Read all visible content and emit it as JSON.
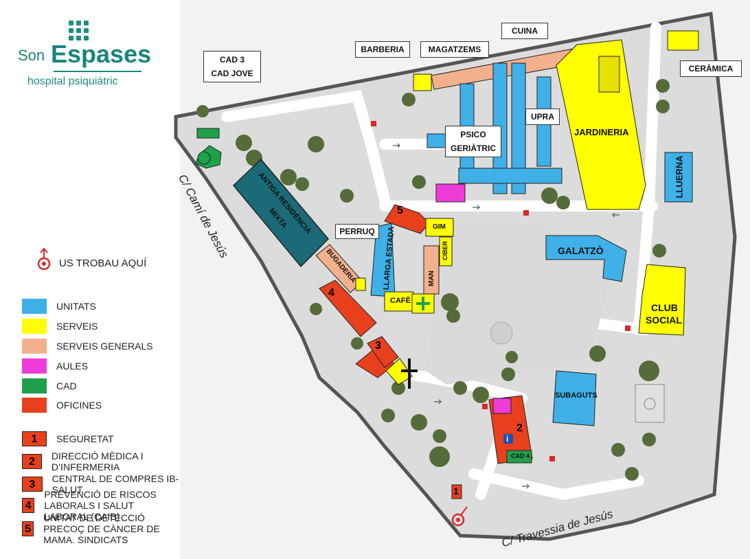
{
  "logo": {
    "son": "Son",
    "espases": "Espases",
    "subtitle": "hospital psiquiàtric"
  },
  "you_are_here": "US TROBAU AQUÍ",
  "legend": [
    {
      "label": "UNITATS",
      "color": "#3fb0e8"
    },
    {
      "label": "SERVEIS",
      "color": "#ffff00"
    },
    {
      "label": "SERVEIS GENERALS",
      "color": "#f3b08c"
    },
    {
      "label": "AULES",
      "color": "#ee3cd8"
    },
    {
      "label": "CAD",
      "color": "#1fa04a"
    },
    {
      "label": "OFICINES",
      "color": "#e8401c"
    }
  ],
  "numbered": [
    {
      "num": "1",
      "label": "SEGURETAT"
    },
    {
      "num": "2",
      "label": "DIRECCIÓ MÈDICA I D’INFERMERIA"
    },
    {
      "num": "3",
      "label": "CENTRAL DE COMPRES IB-SALUT"
    },
    {
      "num": "4",
      "label": "PREVENCIÓ DE RISCOS LABORALS I SALUT LABORAL (CAIB)"
    },
    {
      "num": "5",
      "label": "UNITAT DE DETECCIÓ PRECOÇ DE CÀNCER DE MAMA. SINDICATS"
    }
  ],
  "callouts": {
    "cad3": "CAD 3",
    "cadjove": "CAD JOVE",
    "barberia": "BARBERIA",
    "magatzems": "MAGATZEMS",
    "cuina": "CUINA",
    "ceramica": "CERÀMICA",
    "perruq": "PERRUQ",
    "psico1": "PSICO",
    "psico2": "GERIÀTRIC",
    "upra": "UPRA"
  },
  "buildings": {
    "jardineria": "JARDINERIA",
    "lluerna": "LLUERNA",
    "galatzo": "GALATZÒ",
    "club1": "CLUB",
    "club2": "SOCIAL",
    "subaguts": "SUBAGUTS",
    "antiga1": "ANTIGA RESIDÈNCIA",
    "antiga2": "MIXTA",
    "bugaderia": "BUGADERIA",
    "llarga": "LLARGA ESTADA",
    "gim": "GIM",
    "ciber": "CIBER",
    "man": "MAN",
    "cafe": "CAFÈ",
    "cad4": "CAD 4",
    "info": "i"
  },
  "building_numbers": {
    "b1": "1",
    "b2": "2",
    "b3": "3",
    "b4": "4",
    "b5": "5"
  },
  "streets": {
    "cami": "C/ Camí de Jesús",
    "travessia": "C/ Travessia de Jesús"
  },
  "colors": {
    "unitats": "#3fb0e8",
    "serveis": "#ffff00",
    "generals": "#f3b08c",
    "aules": "#ee3cd8",
    "cad": "#1fa04a",
    "oficines": "#e8401c",
    "antiga": "#1b6a78",
    "road": "#ffffff",
    "ground": "#dcdcdc"
  }
}
